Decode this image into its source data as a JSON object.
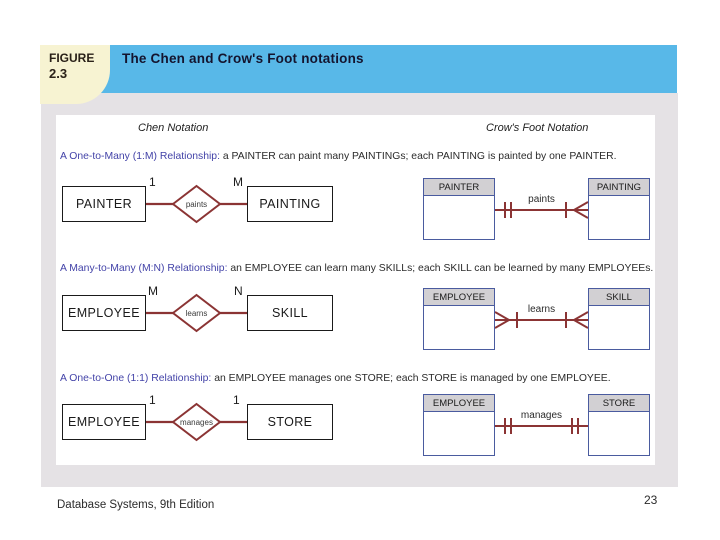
{
  "colors": {
    "title_bar_blue": "#58B8E8",
    "figure_label_cream": "#F7F3D2",
    "slide_area_gray": "#E5E2E5",
    "chen_relationship_red": "#8B3434",
    "crow_box_border_blue": "#4A5B9F",
    "crow_header_gray": "#D2D0D3",
    "caption_accent_blue": "#4343A8"
  },
  "slide": {
    "figure_label": {
      "line1": "FIGURE",
      "line2": "2.3"
    },
    "title": "The Chen and Crow's Foot notations",
    "footer_left": "Database Systems, 9th Edition",
    "page_number": "23"
  },
  "figure": {
    "chen_header": "Chen Notation",
    "crow_header": "Crow's Foot Notation",
    "rows": [
      {
        "caption_lead": "A One-to-Many (1:M) Relationship:",
        "caption_rest": " a PAINTER can paint many PAINTINGs; each PAINTING is painted by one PAINTER.",
        "chen": {
          "left": "PAINTER",
          "left_card": "1",
          "verb": "paints",
          "right_card": "M",
          "right": "PAINTING"
        },
        "crow": {
          "left": "PAINTER",
          "verb": "paints",
          "right": "PAINTING",
          "left_end": "one",
          "right_end": "many"
        }
      },
      {
        "caption_lead": "A Many-to-Many (M:N) Relationship:",
        "caption_rest": " an EMPLOYEE can learn many SKILLs; each SKILL can be learned by many EMPLOYEEs.",
        "chen": {
          "left": "EMPLOYEE",
          "left_card": "M",
          "verb": "learns",
          "right_card": "N",
          "right": "SKILL"
        },
        "crow": {
          "left": "EMPLOYEE",
          "verb": "learns",
          "right": "SKILL",
          "left_end": "many",
          "right_end": "many"
        }
      },
      {
        "caption_lead": "A One-to-One (1:1) Relationship:",
        "caption_rest": " an EMPLOYEE manages one STORE; each STORE is managed by one EMPLOYEE.",
        "chen": {
          "left": "EMPLOYEE",
          "left_card": "1",
          "verb": "manages",
          "right_card": "1",
          "right": "STORE"
        },
        "crow": {
          "left": "EMPLOYEE",
          "verb": "manages",
          "right": "STORE",
          "left_end": "one",
          "right_end": "one"
        }
      }
    ]
  }
}
